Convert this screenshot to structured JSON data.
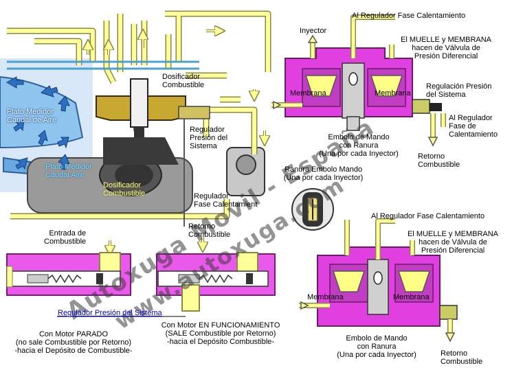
{
  "labels": {
    "dosificador_top": "Dosificador\nCombustible",
    "plato_medidor_top": "Plato Medidor\nCaudal de Aire",
    "regulador_presion_sistema_mid": "Regulador\nPresión del\nSistema",
    "plato_medidor_bottom": "Plato Medidor\nCaudal Aire",
    "dosificador_bottom": "Dosificador\nCombustible",
    "regulador_fase_mid": "Regulador\nFase Calentamient",
    "entrada": "Entrada de\nCombustible",
    "retorno_left": "Retorno\nCombustible",
    "regulador_presion_link": "Regulador Presión del Sistema",
    "motor_parado": "Con Motor PARADO\n(no sale Combustible por Retorno)\n-hacia el Depósito de Combustible-",
    "motor_funcionamiento": "Con Motor EN FUNCIONAMIENTO\n(SALE Combustible por Retorno)\n-hacia el Depósito Combustible-",
    "top_al_regulador": "Al Regulador Fase Calentamiento",
    "top_inyector": "Inyector",
    "top_muelle": "El MUELLE y MEMBRANA\nhacen de Válvula de\nPresión Diferencial",
    "top_membrana_left": "Membrana",
    "top_membrana_right": "Membrana",
    "top_regulacion": "Regulación Presión\ndel Sistema",
    "top_al_regulador_fase": "Al Regulador\nFase de\nCalentamiento",
    "top_embolo": "Embolo de Mando\ncon Ranura\n(Una por cada Inyector)",
    "top_retorno": "Retorno\nCombustible",
    "ranura": "Ranura Embolo Mando\n(Una por cada Inyector)",
    "bottom_al_regulador": "Al Regulador Fase Calentamiento",
    "bottom_muelle": "El MUELLE y MEMBRANA\nhacen de Válvula de\nPresión Diferencial",
    "bottom_membrana_left": "Membrana",
    "bottom_membrana_right": "Membrana",
    "bottom_embolo": "Embolo de Mando\ncon Ranura\n(Una por cada Inyector)",
    "bottom_retorno": "Retorno\nCombustible"
  },
  "watermark": {
    "line1": "Autoxuga Movil - España",
    "line2": "www.autoxuga.com"
  },
  "colors": {
    "fuel_yellow": "#ffff99",
    "pipe_outline": "#888844",
    "body_magenta": "#e040e0",
    "air_blue": "#3a7bd5",
    "dark": "#222222"
  }
}
